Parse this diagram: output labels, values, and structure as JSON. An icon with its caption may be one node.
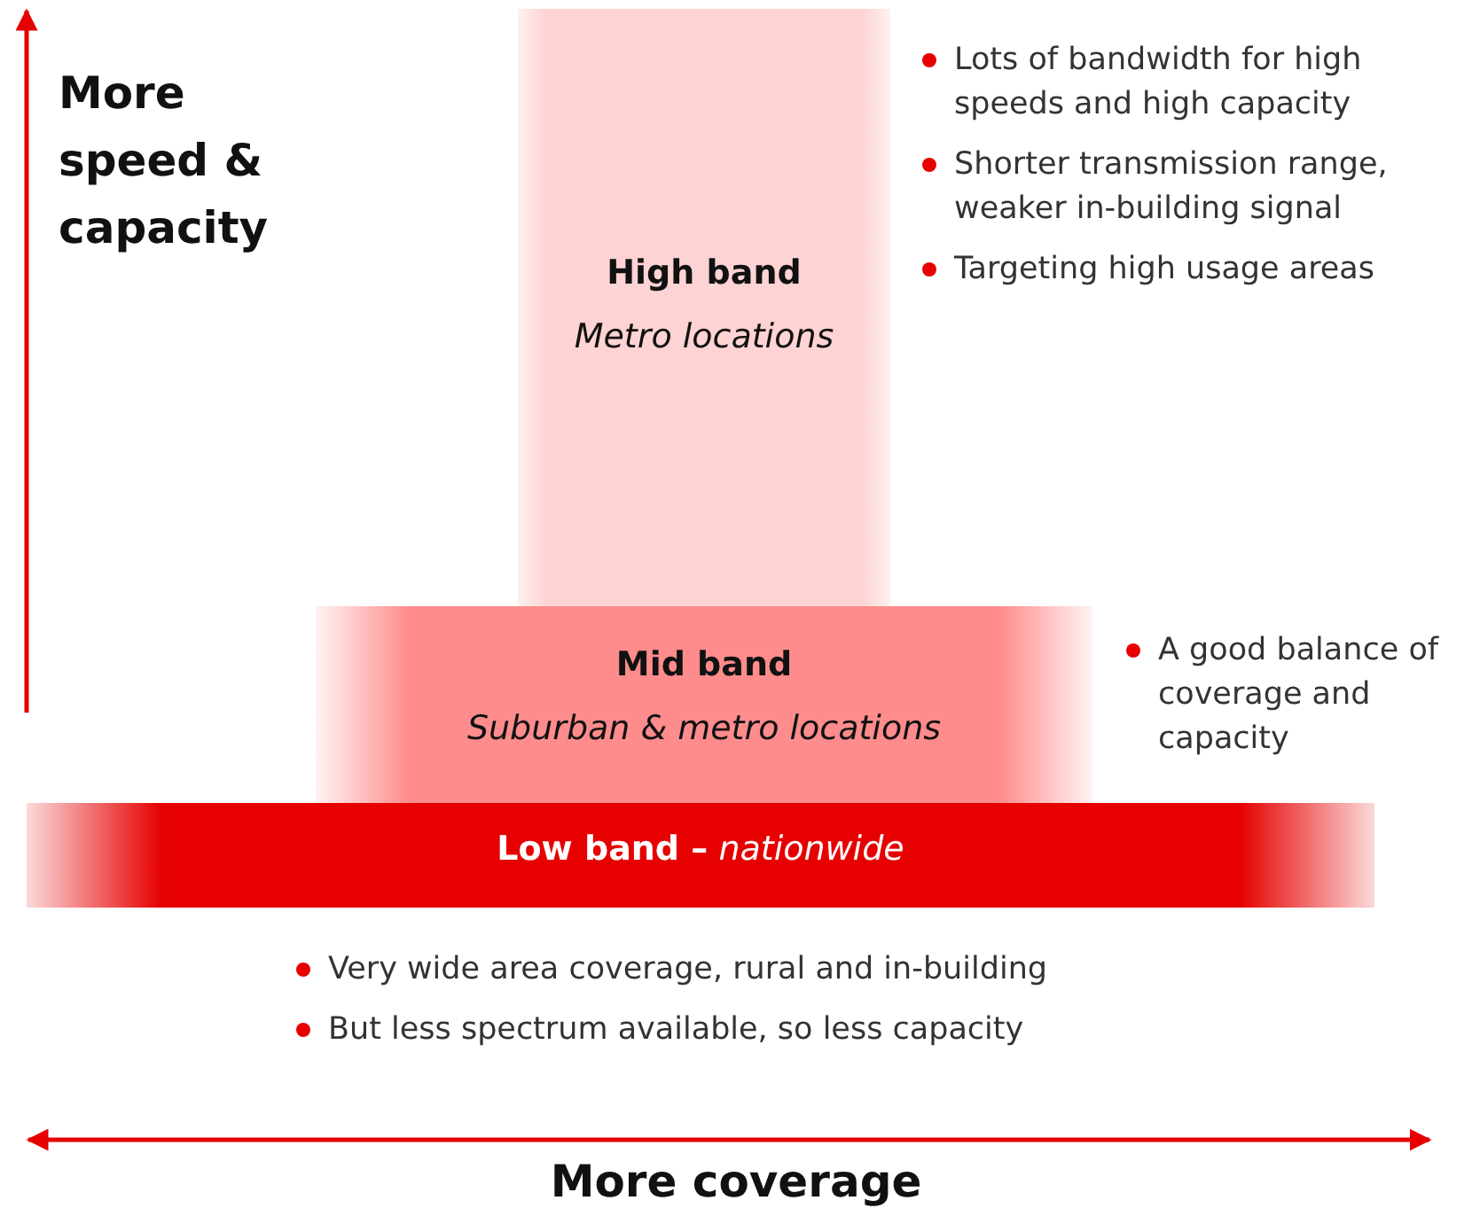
{
  "diagram": {
    "nodes": [
      {
        "text": [
          "High band",
          "Metro locations"
        ],
        "beside": [
          "Lots of bandwidth for high speeds and high capacity",
          "Shorter transmission range, weaker in-building signal",
          "Targeting high usage areas"
        ]
      },
      {
        "text": [
          "Mid band",
          "Suburban & metro locations"
        ],
        "beside": [
          "A good balance of coverage and capacity"
        ]
      },
      {
        "text": [
          "**Low band –** *nationwide*"
        ],
        "beside": [
          "Very wide area coverage, rural and in-building",
          "But less spectrum available, so less capacity"
        ]
      }
    ],
    "labels": [
      "More speed & capacity",
      "More coverage"
    ]
  }
}
